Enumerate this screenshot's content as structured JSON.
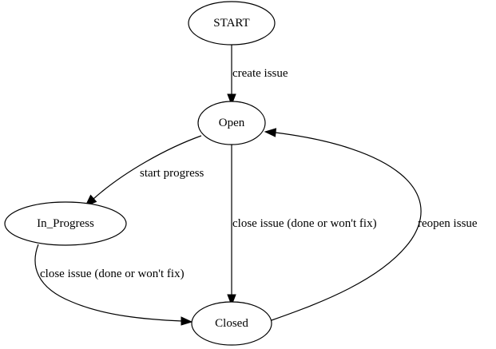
{
  "nodes": {
    "start": "START",
    "open": "Open",
    "in_progress": "In_Progress",
    "closed": "Closed"
  },
  "edges": {
    "create_issue": "create issue",
    "start_progress": "start progress",
    "close_from_progress": "close issue (done or won't fix)",
    "close_from_open": "close issue (done or won't fix)",
    "reopen": "reopen issue"
  }
}
